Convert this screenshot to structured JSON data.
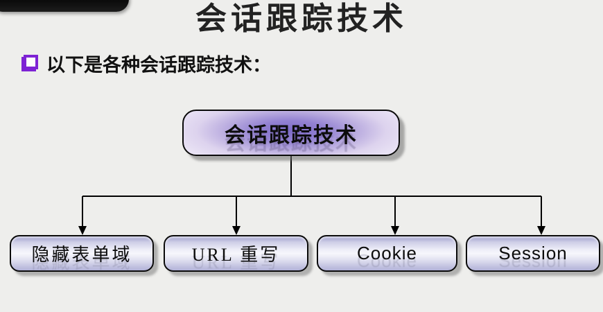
{
  "slide": {
    "title": "会话跟踪技术",
    "bullet_text": "以下是各种会话跟踪技术："
  },
  "diagram": {
    "root": {
      "label": "会话跟踪技术"
    },
    "children": [
      {
        "label": "隐藏表单域"
      },
      {
        "label": "URL 重写"
      },
      {
        "label": "Cookie"
      },
      {
        "label": "Session"
      }
    ]
  },
  "colors": {
    "background": "#eeeeec",
    "bullet_purple": "#7d22d4",
    "node_border": "#0a0a0a",
    "node_lavender": "#c3c3e1",
    "root_glow_purple": "#7e6cc9",
    "banner_black": "#0c0c0c",
    "chevron_gold": "#f2a71b",
    "connector_black": "#000000"
  }
}
